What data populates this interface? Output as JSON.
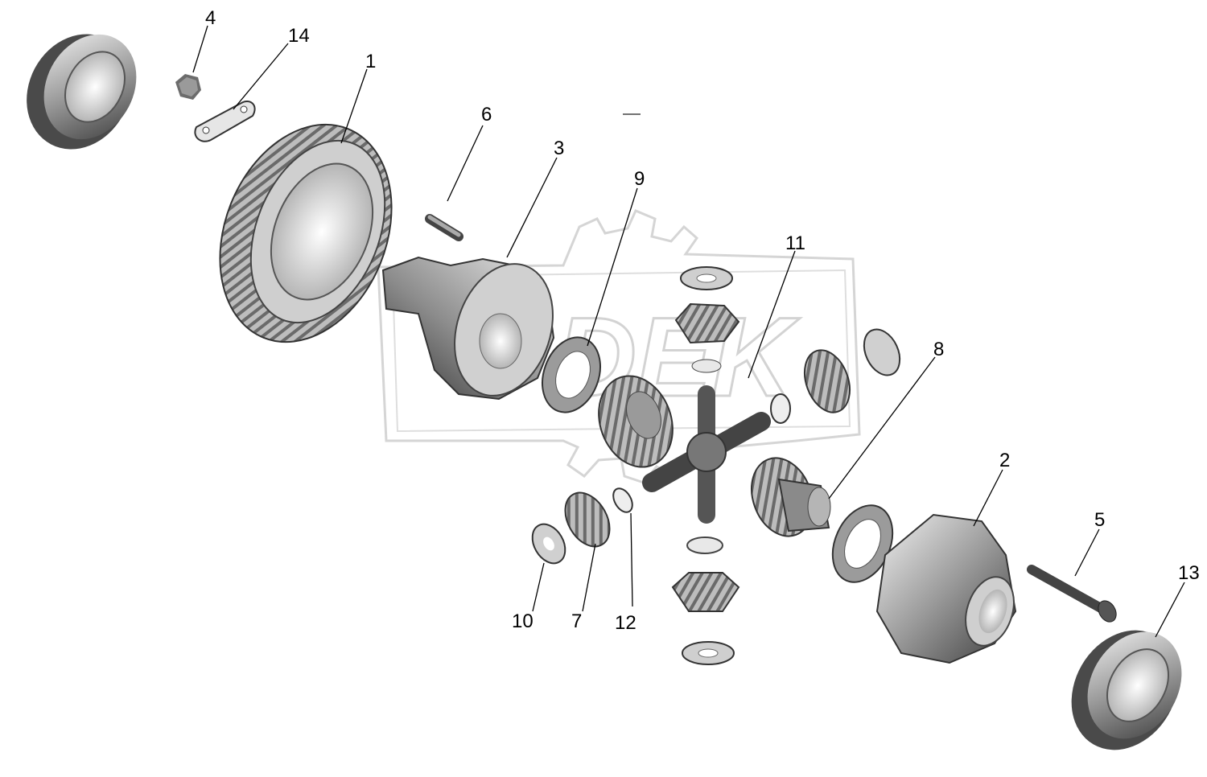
{
  "diagram": {
    "watermark_text": "DEK",
    "callouts": [
      {
        "id": "1",
        "label": "1"
      },
      {
        "id": "2",
        "label": "2"
      },
      {
        "id": "3",
        "label": "3"
      },
      {
        "id": "4",
        "label": "4"
      },
      {
        "id": "5",
        "label": "5"
      },
      {
        "id": "6",
        "label": "6"
      },
      {
        "id": "7",
        "label": "7"
      },
      {
        "id": "8",
        "label": "8"
      },
      {
        "id": "9",
        "label": "9"
      },
      {
        "id": "10",
        "label": "10"
      },
      {
        "id": "11",
        "label": "11"
      },
      {
        "id": "12",
        "label": "12"
      },
      {
        "id": "13",
        "label": "13"
      },
      {
        "id": "14",
        "label": "14"
      }
    ],
    "colors": {
      "part_dark": "#3a3a3a",
      "part_mid": "#8a8a8a",
      "part_light": "#d9d9d9",
      "watermark": "#b0b0b0"
    }
  }
}
